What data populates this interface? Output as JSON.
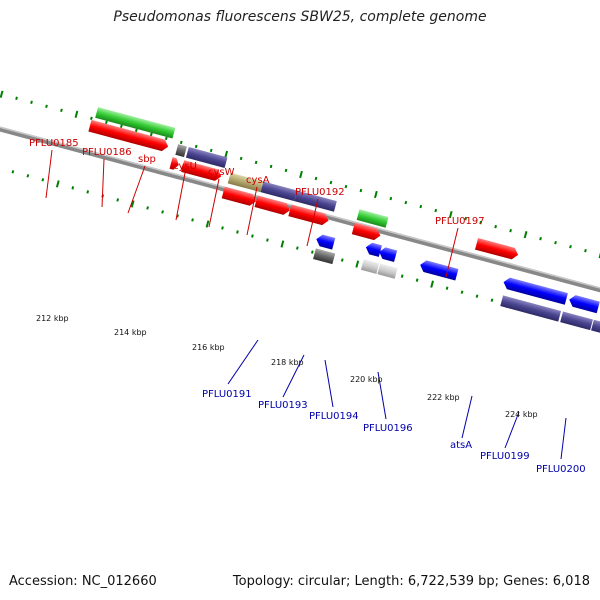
{
  "title": "Pseudomonas fluorescens SBW25, complete genome",
  "accession": "Accession: NC_012660",
  "summary": "Topology: circular; Length: 6,722,539 bp; Genes: 6,018",
  "colors": {
    "label_forward": "#cc0000",
    "label_reverse": "#0000aa",
    "cds_forward": "#ff0000",
    "cds_reverse": "#0000ff",
    "ruler": "#008000",
    "backbone": "#888888"
  },
  "scale_labels": [
    "212 kbp",
    "214 kbp",
    "216 kbp",
    "218 kbp",
    "220 kbp",
    "222 kbp",
    "224 kbp"
  ],
  "forward_labels": [
    "PFLU0185",
    "PFLU0186",
    "sbp",
    "cysU",
    "cysW",
    "cysA",
    "PFLU0192",
    "PFLU0197"
  ],
  "reverse_labels": [
    "PFLU0191",
    "PFLU0193",
    "PFLU0194",
    "PFLU0196",
    "atsA",
    "PFLU0199",
    "PFLU0200"
  ]
}
